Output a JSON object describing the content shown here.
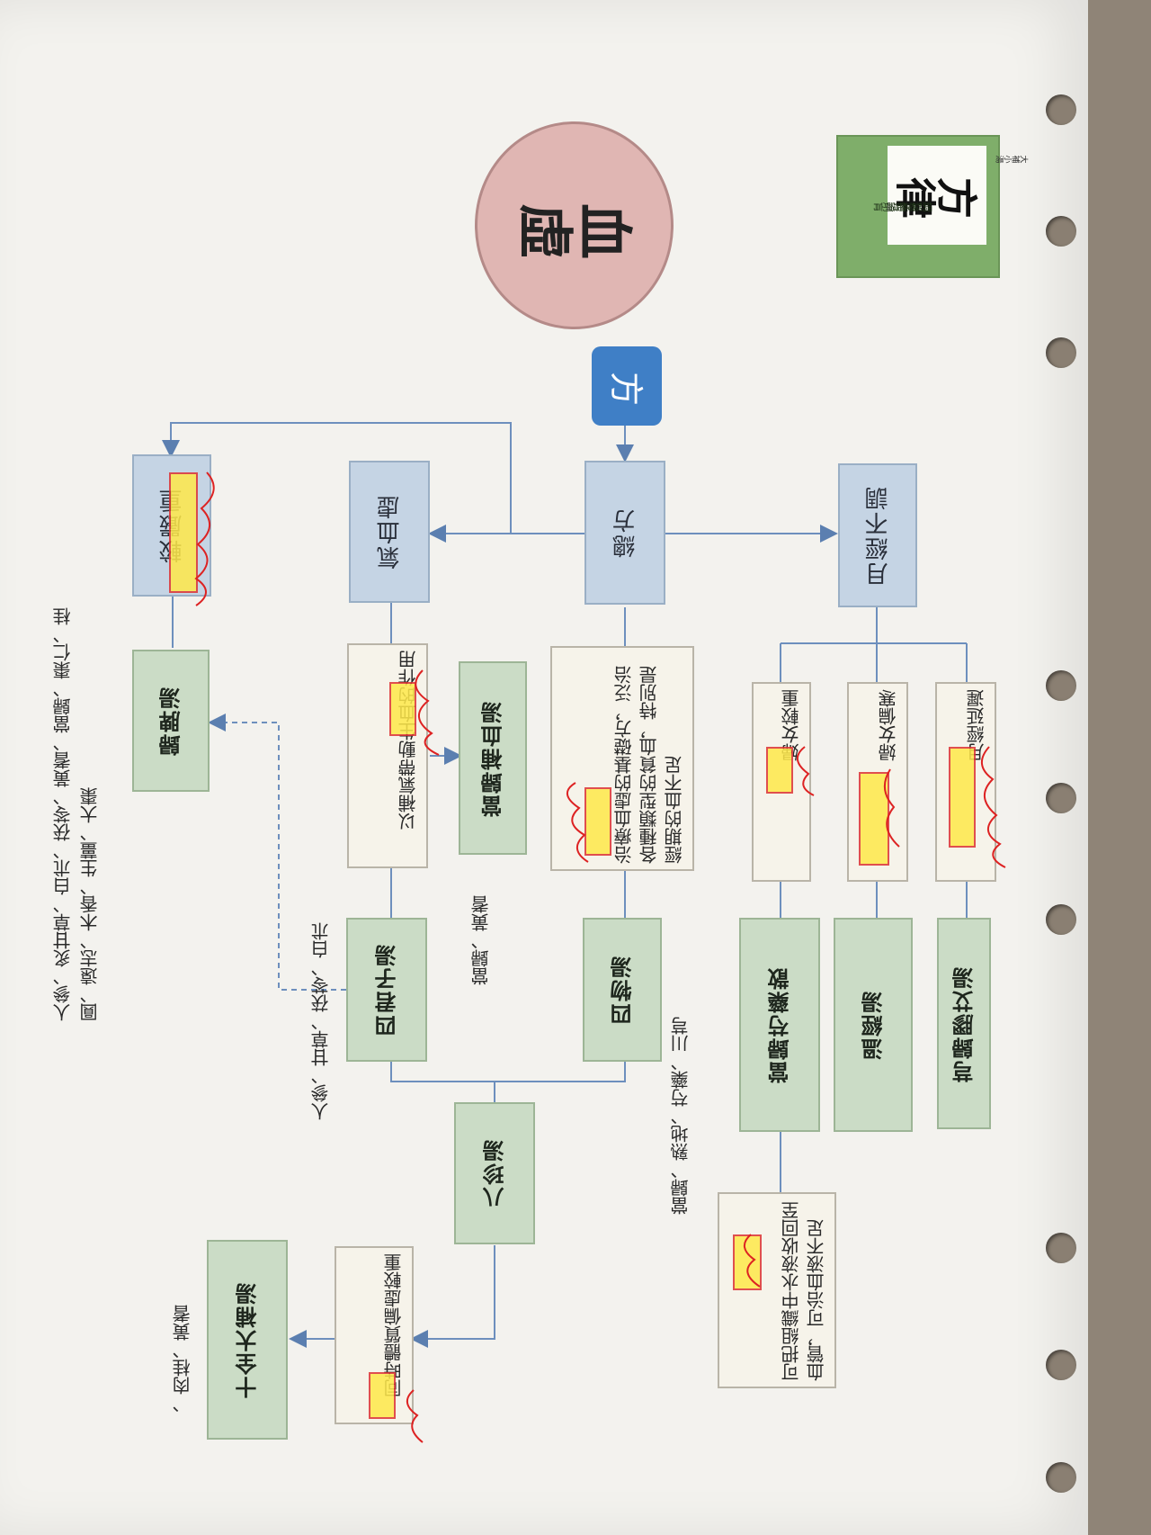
{
  "title_circle": "血虛",
  "logo": {
    "brush_text": "方律",
    "caption_line1": "整體證 肓",
    "caption_line2": "調整之方劑",
    "corner": "大補小湯"
  },
  "badge": "方",
  "nodes": {
    "zongfang": "總方",
    "qixue": "氣血虛",
    "jiaoyanzhong": "較嚴重",
    "yuejing": "月經不調",
    "guipi": "歸脾湯",
    "danggui_buxue": "當歸補血湯",
    "siwu": "四物湯",
    "sijunzi": "四君子湯",
    "bazhen": "八珍湯",
    "shiquan": "十全大補湯",
    "xiongguijiao": "芎歸膠艾湯",
    "wenjing": "溫經湯",
    "dangui_shaoyao": "當歸芍藥散"
  },
  "notes": {
    "zongfang_note": "治療血虛的基礎方，泛治各種類型的貧血，特別是經期的血不足",
    "qixue_note": "以補氣帶動生血的作用",
    "bazhen_note": "同時體質偏虛較重",
    "yuejing_1": "月經延遲",
    "yuejing_2": "婦女偏寒",
    "yuejing_3": "婦女較重",
    "shaoyao_note": "可把組織中水液收回至血管，可治血液不足"
  },
  "ingredients": {
    "guipi": "人參、炙甘草、白朮、茯苓、黃耆、當歸、棗仁、桂圓、遠志、木香、生薑、大棗",
    "danggui_buxue": "當歸、黃耆",
    "siwu": "當歸、熟地、芍藥、川芎",
    "sijunzi": "人參、甘草、茯苓、白朮",
    "shiquan": "、肉桂、黃耆"
  },
  "colors": {
    "blue_box": "#c5d4e4",
    "green_box": "#cbdcc6",
    "circle": "#e0b6b3",
    "badge": "#3f7fc6",
    "logo_green": "#7fae6a"
  }
}
